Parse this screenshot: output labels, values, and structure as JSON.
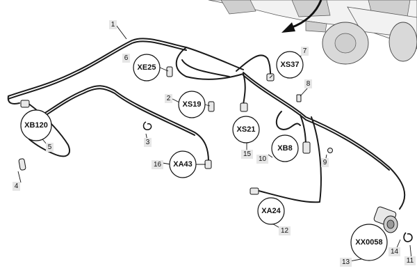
{
  "callouts": [
    {
      "id": "XE25",
      "label": "XE25"
    },
    {
      "id": "XS37",
      "label": "XS37"
    },
    {
      "id": "XB120",
      "label": "XB120"
    },
    {
      "id": "XS19",
      "label": "XS19"
    },
    {
      "id": "XS21",
      "label": "XS21"
    },
    {
      "id": "XB8",
      "label": "XB8"
    },
    {
      "id": "XA43",
      "label": "XA43"
    },
    {
      "id": "XA24",
      "label": "XA24"
    },
    {
      "id": "XX0058",
      "label": "XX0058"
    }
  ],
  "part_numbers": [
    "1",
    "2",
    "3",
    "4",
    "5",
    "6",
    "7",
    "8",
    "9",
    "10",
    "11",
    "12",
    "13",
    "14",
    "15",
    "16"
  ]
}
